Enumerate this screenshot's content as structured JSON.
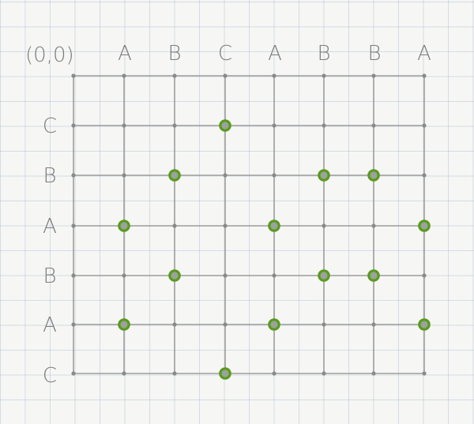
{
  "diagram": {
    "origin_label": "(0,0)",
    "column_labels": [
      "A",
      "B",
      "C",
      "A",
      "B",
      "B",
      "A"
    ],
    "row_labels": [
      "C",
      "B",
      "A",
      "B",
      "A",
      "C"
    ],
    "highlighted_points": [
      {
        "col": 3,
        "row": 1
      },
      {
        "col": 2,
        "row": 2
      },
      {
        "col": 5,
        "row": 2
      },
      {
        "col": 6,
        "row": 2
      },
      {
        "col": 1,
        "row": 3
      },
      {
        "col": 4,
        "row": 3
      },
      {
        "col": 7,
        "row": 3
      },
      {
        "col": 2,
        "row": 4
      },
      {
        "col": 5,
        "row": 4
      },
      {
        "col": 6,
        "row": 4
      },
      {
        "col": 1,
        "row": 5
      },
      {
        "col": 4,
        "row": 5
      },
      {
        "col": 7,
        "row": 5
      },
      {
        "col": 3,
        "row": 6
      }
    ],
    "colors": {
      "grid_line": "#8f8f8f",
      "node": "#8a8a8a",
      "highlight_ring": "#5a9a1e",
      "label": "#7d7d7d"
    }
  }
}
